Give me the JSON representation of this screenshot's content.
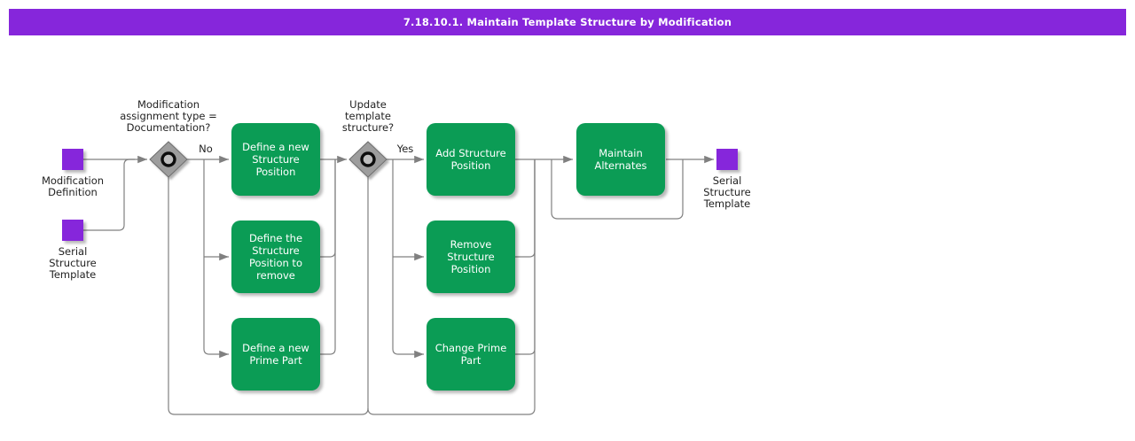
{
  "title": "7.18.10.1. Maintain Template Structure by Modification",
  "colors": {
    "purple": "#8626DB",
    "green": "#0B9C55",
    "line": "#808080"
  },
  "flow": {
    "start_nodes": [
      {
        "label": "Modification\nDefinition"
      },
      {
        "label": "Serial\nStructure\nTemplate"
      }
    ],
    "decisions": [
      {
        "question": "Modification\nassignment type =\nDocumentation?",
        "edge_label": "No"
      },
      {
        "question": "Update\ntemplate\nstructure?",
        "edge_label": "Yes"
      }
    ],
    "activities": [
      {
        "label": "Define a new\nStructure\nPosition"
      },
      {
        "label": "Define the\nStructure\nPosition to\nremove"
      },
      {
        "label": "Define a new\nPrime Part"
      },
      {
        "label": "Add Structure\nPosition"
      },
      {
        "label": "Remove\nStructure\nPosition"
      },
      {
        "label": "Change Prime\nPart"
      },
      {
        "label": "Maintain\nAlternates"
      }
    ],
    "end_node": {
      "label": "Serial\nStructure\nTemplate"
    }
  }
}
